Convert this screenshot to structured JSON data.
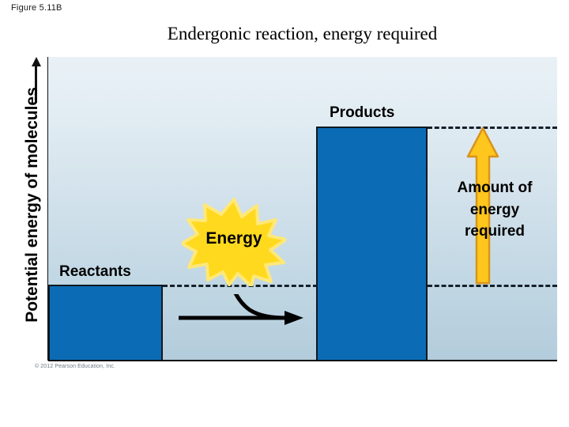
{
  "figure": {
    "label": "Figure 5.11B",
    "title": "Endergonic reaction, energy required",
    "copyright": "© 2012 Pearson Education, Inc."
  },
  "axis": {
    "y_label": "Potential energy of molecules",
    "y_arrow_icon": "up-arrow-icon"
  },
  "labels": {
    "reactants": "Reactants",
    "products": "Products",
    "energy": "Energy",
    "amount_line1": "Amount of",
    "amount_line2": "energy",
    "amount_line3": "required"
  },
  "colors": {
    "bar_fill": "#0b6cb5",
    "bar_stroke": "#101820",
    "starburst_fill": "#ffd91e",
    "starburst_stroke": "#ffe877",
    "amount_arrow_fill": "#ffc61e",
    "amount_arrow_stroke": "#d9941a",
    "plot_bg_top": "#e9f1f6",
    "plot_bg_bottom": "#b3ccdb",
    "dash_color": "#15202b"
  },
  "chart_data": {
    "type": "bar",
    "title": "Endergonic reaction, energy required",
    "xlabel": "",
    "ylabel": "Potential energy of molecules",
    "categories": [
      "Reactants",
      "Products"
    ],
    "values": [
      25,
      77
    ],
    "ylim": [
      0,
      100
    ],
    "grid": false,
    "legend": "none",
    "annotations": [
      {
        "text": "Energy",
        "type": "starburst",
        "x": 0.5,
        "y": 0.45
      },
      {
        "text": "Amount of energy required",
        "type": "up-arrow",
        "from": 25,
        "to": 77
      },
      {
        "text": "reaction-direction-arrow",
        "type": "arrow",
        "direction": "right"
      }
    ],
    "guides": [
      {
        "type": "dashed",
        "value": 25,
        "label": "reactants energy level"
      },
      {
        "type": "dashed",
        "value": 77,
        "label": "products energy level"
      }
    ]
  }
}
